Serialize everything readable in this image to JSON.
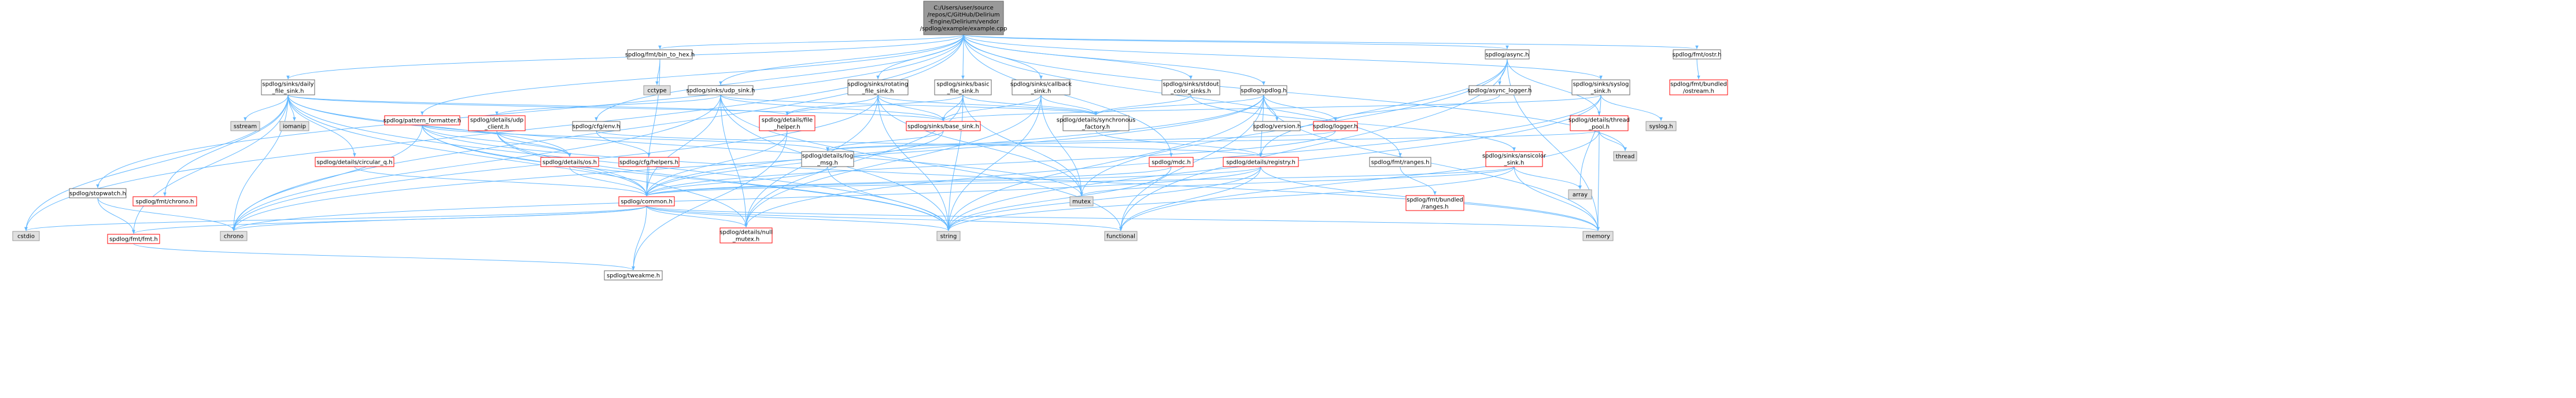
{
  "colors": {
    "edge": "#63b8ff",
    "red_border": "#ff0000",
    "gray_fill": "#e0e0e0",
    "root_fill": "#999999"
  },
  "nodes": {
    "root": {
      "label": [
        "C:/Users/user/source",
        "/repos/C/GitHub/Delirium",
        "-Engine/Delirium/vendor",
        "/spdlog/example/example.cpp"
      ]
    },
    "bin_to_hex": {
      "label": [
        "spdlog/fmt/bin_to_hex.h"
      ]
    },
    "cctype": {
      "label": [
        "cctype"
      ]
    },
    "udp_sink": {
      "label": [
        "spdlog/sinks/udp_sink.h"
      ]
    },
    "rotating": {
      "label": [
        "spdlog/sinks/rotating",
        "_file_sink.h"
      ]
    },
    "basic_file": {
      "label": [
        "spdlog/sinks/basic",
        "_file_sink.h"
      ]
    },
    "callback": {
      "label": [
        "spdlog/sinks/callback",
        "_sink.h"
      ]
    },
    "stdout_color": {
      "label": [
        "spdlog/sinks/stdout",
        "_color_sinks.h"
      ]
    },
    "spdlog_h": {
      "label": [
        "spdlog/spdlog.h"
      ]
    },
    "async": {
      "label": [
        "spdlog/async.h"
      ]
    },
    "async_logger": {
      "label": [
        "spdlog/async_logger.h"
      ]
    },
    "syslog_sink": {
      "label": [
        "spdlog/sinks/syslog",
        "_sink.h"
      ]
    },
    "ostr": {
      "label": [
        "spdlog/fmt/ostr.h"
      ]
    },
    "bundled_ostream": {
      "label": [
        "spdlog/fmt/bundled",
        "/ostream.h"
      ]
    },
    "daily": {
      "label": [
        "spdlog/sinks/daily",
        "_file_sink.h"
      ]
    },
    "pattern_formatter": {
      "label": [
        "spdlog/pattern_formatter.h"
      ]
    },
    "cfg_env": {
      "label": [
        "spdlog/cfg/env.h"
      ]
    },
    "sstream": {
      "label": [
        "sstream"
      ]
    },
    "iomanip": {
      "label": [
        "iomanip"
      ]
    },
    "udp_client": {
      "label": [
        "spdlog/details/udp",
        "_client.h"
      ]
    },
    "file_helper": {
      "label": [
        "spdlog/details/file",
        "_helper.h"
      ]
    },
    "base_sink": {
      "label": [
        "spdlog/sinks/base_sink.h"
      ]
    },
    "sync_factory": {
      "label": [
        "spdlog/details/synchronous",
        "_factory.h"
      ]
    },
    "version": {
      "label": [
        "spdlog/version.h"
      ]
    },
    "logger": {
      "label": [
        "spdlog/logger.h"
      ]
    },
    "thread_pool": {
      "label": [
        "spdlog/details/thread",
        "_pool.h"
      ]
    },
    "syslog": {
      "label": [
        "syslog.h"
      ]
    },
    "circular_q": {
      "label": [
        "spdlog/details/circular_q.h"
      ]
    },
    "os_h": {
      "label": [
        "spdlog/details/os.h"
      ]
    },
    "helpers": {
      "label": [
        "spdlog/cfg/helpers.h"
      ]
    },
    "log_msg": {
      "label": [
        "spdlog/details/log",
        "_msg.h"
      ]
    },
    "mdc": {
      "label": [
        "spdlog/mdc.h"
      ]
    },
    "registry": {
      "label": [
        "spdlog/details/registry.h"
      ]
    },
    "ranges": {
      "label": [
        "spdlog/fmt/ranges.h"
      ]
    },
    "ansicolor": {
      "label": [
        "spdlog/sinks/ansicolor",
        "_sink.h"
      ]
    },
    "thread": {
      "label": [
        "thread"
      ]
    },
    "stopwatch": {
      "label": [
        "spdlog/stopwatch.h"
      ]
    },
    "fmt_chrono": {
      "label": [
        "spdlog/fmt/chrono.h"
      ]
    },
    "common": {
      "label": [
        "spdlog/common.h"
      ]
    },
    "mutex": {
      "label": [
        "mutex"
      ]
    },
    "bundled_ranges": {
      "label": [
        "spdlog/fmt/bundled",
        "/ranges.h"
      ]
    },
    "array": {
      "label": [
        "array"
      ]
    },
    "cstdio": {
      "label": [
        "cstdio"
      ]
    },
    "fmt_h": {
      "label": [
        "spdlog/fmt/fmt.h"
      ]
    },
    "chrono": {
      "label": [
        "chrono"
      ]
    },
    "null_mutex": {
      "label": [
        "spdlog/details/null",
        "_mutex.h"
      ]
    },
    "string": {
      "label": [
        "string"
      ]
    },
    "functional": {
      "label": [
        "functional"
      ]
    },
    "memory": {
      "label": [
        "memory"
      ]
    },
    "tweakme": {
      "label": [
        "spdlog/tweakme.h"
      ]
    }
  }
}
